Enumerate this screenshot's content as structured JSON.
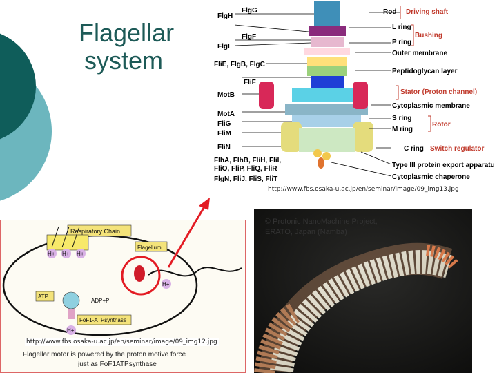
{
  "slide": {
    "title_line1": "Flagellar",
    "title_line2": "system"
  },
  "motor_diagram": {
    "left_labels": [
      "FlgG",
      "FlgH",
      "FlgF",
      "FlgI",
      "FliE, FlgB, FlgC",
      "FliF",
      "MotB",
      "MotA",
      "FliG",
      "FliM",
      "FliN",
      "FlhA, FlhB, FliH, FliI,",
      "FliO, FliP, FliQ, FliR",
      "FlgN, FliJ, FliS, FliT"
    ],
    "right_labels": [
      "Rod",
      "L ring",
      "P ring",
      "Outer membrane",
      "Peptidoglycan layer",
      "Cytoplasmic membrane",
      "S ring",
      "M ring",
      "C ring",
      "Type III protein export apparatus",
      "Cytoplasmic chaperone"
    ],
    "group_labels": [
      "Driving shaft",
      "Bushing",
      "Stator (Proton channel)",
      "Rotor",
      "Switch regulator"
    ],
    "source_url": "http://www.fbs.osaka-u.ac.jp/en/seminar/image/09_img13.jpg"
  },
  "cell_diagram": {
    "respiratory_chain": "Respiratory Chain",
    "flagellum": "Flagellum",
    "proton": "H+",
    "atp": "ATP",
    "adp": "ADP+Pi",
    "atp_synthase": "FoF1-ATPsynthase",
    "source_url": "http://www.fbs.osaka-u.ac.jp/en/seminar/image/09_img12.jpg",
    "caption_line1": "Flagellar motor is powered by the proton motive force",
    "caption_line2": "just as FoF1ATPsynthase"
  },
  "filament_image": {
    "credit_line1": "© Protonic NanoMachine Project,",
    "credit_line2": "ERATO, Japan (Namba)"
  },
  "colors": {
    "title": "#1d5a57",
    "teal_dark": "#0f5d5a",
    "teal_light": "#6cb6be",
    "red_label": "#c0392b",
    "highlight_circle": "#e31b23"
  }
}
